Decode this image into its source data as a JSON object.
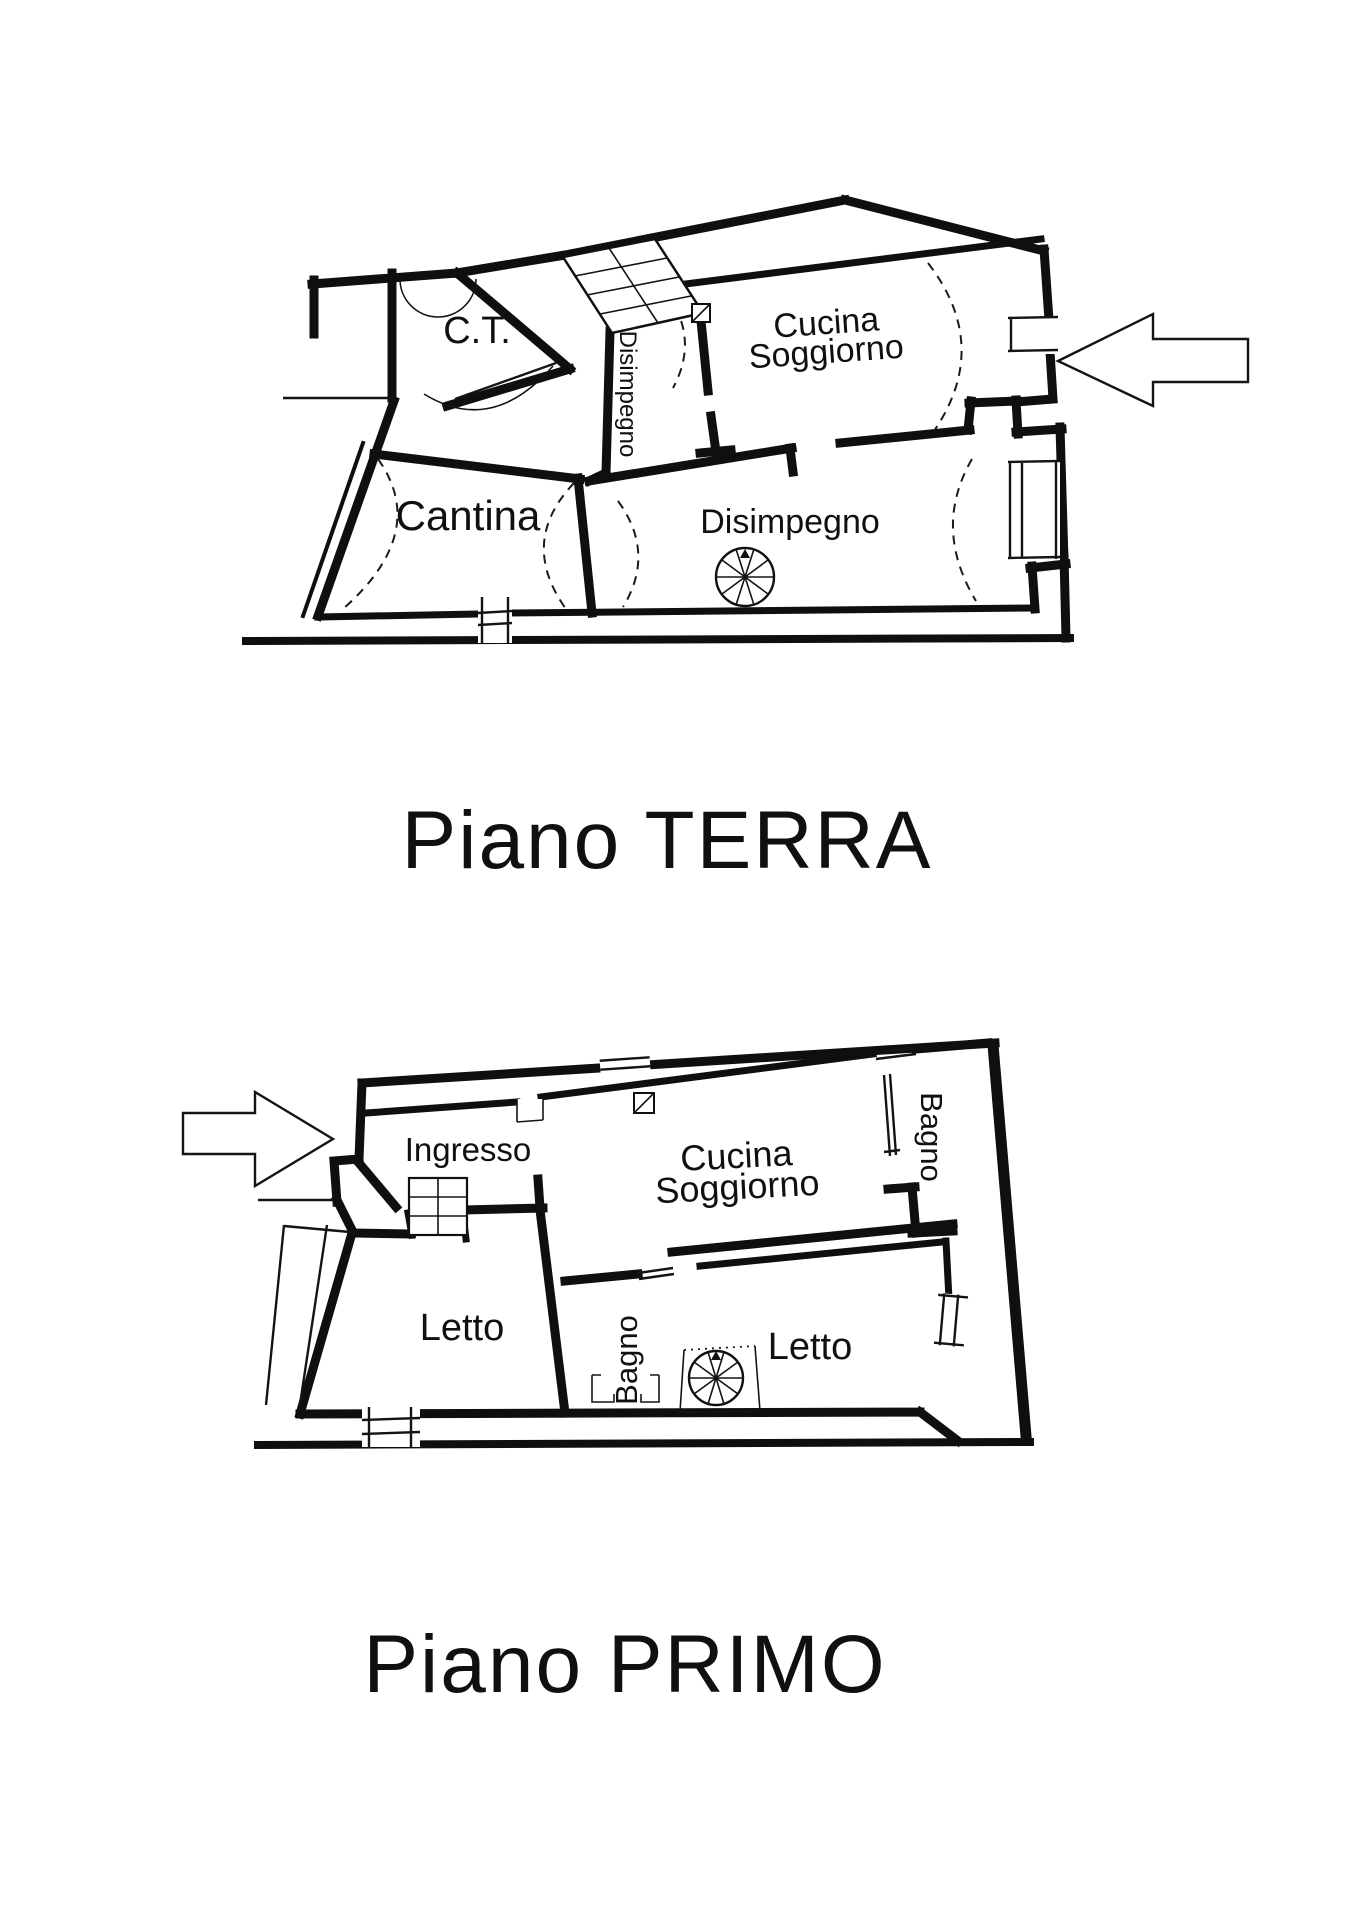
{
  "document": {
    "type": "scanned floor plan page",
    "background_color": "#ffffff",
    "ink_color": "#111111"
  },
  "floors": [
    {
      "id": "terra",
      "title": "Piano TERRA",
      "labels": {
        "ct": "C.T.",
        "cucina": "Cucina",
        "soggiorno": "Soggiorno",
        "disimpegno_corridoio": "Disimpegno",
        "disimpegno": "Disimpegno",
        "cantina": "Cantina"
      },
      "symbols": {
        "entrance_arrow_direction": "left",
        "spiral_staircase": "spiral-staircase",
        "staircase": "stair-run",
        "windows": "double-line-window"
      }
    },
    {
      "id": "primo",
      "title": "Piano PRIMO",
      "labels": {
        "ingresso": "Ingresso",
        "cucina": "Cucina",
        "soggiorno": "Soggiorno",
        "bagno_destra": "Bagno",
        "bagno_sinistra": "Bagno",
        "letto_sinistra": "Letto",
        "letto_destra": "Letto"
      },
      "symbols": {
        "entrance_arrow_direction": "right",
        "spiral_staircase": "spiral-staircase",
        "staircase": "stair-run",
        "windows": "double-line-window"
      }
    }
  ]
}
